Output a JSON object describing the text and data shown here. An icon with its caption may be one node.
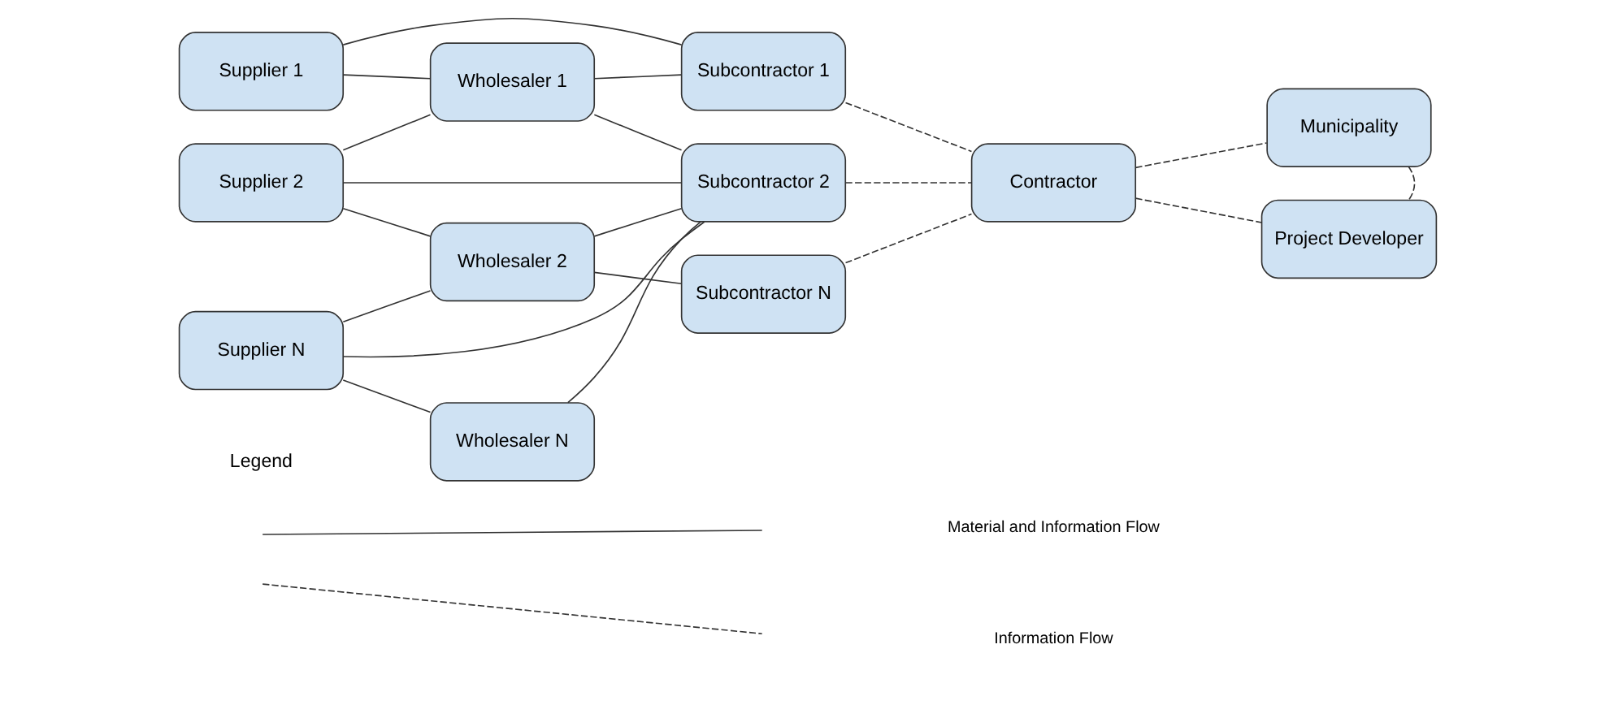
{
  "diagram": {
    "nodes": [
      {
        "text": [
          "Supplier 1"
        ]
      },
      {
        "text": [
          "Supplier 2"
        ]
      },
      {
        "text": [
          "Supplier N"
        ]
      },
      {
        "text": [
          "Wholesaler 1"
        ]
      },
      {
        "text": [
          "Wholesaler 2"
        ]
      },
      {
        "text": [
          "Wholesaler N"
        ]
      },
      {
        "text": [
          "Subcontractor 1"
        ]
      },
      {
        "text": [
          "Subcontractor 2"
        ]
      },
      {
        "text": [
          "Subcontractor N"
        ]
      },
      {
        "text": [
          "Contractor"
        ]
      },
      {
        "text": [
          "Municipality"
        ]
      },
      {
        "text": [
          "Project Developer"
        ]
      }
    ],
    "edges": [
      {
        "from": 0,
        "to": 3,
        "arrow": "none"
      },
      {
        "from": 0,
        "to": 6,
        "arrow": "none"
      },
      {
        "from": 1,
        "to": 3,
        "arrow": "none"
      },
      {
        "from": 1,
        "to": 4,
        "arrow": "none"
      },
      {
        "from": 1,
        "to": 7,
        "arrow": "none"
      },
      {
        "from": 2,
        "to": 4,
        "arrow": "none"
      },
      {
        "from": 2,
        "to": 5,
        "arrow": "none"
      },
      {
        "from": 2,
        "to": 7,
        "arrow": "none"
      },
      {
        "from": 3,
        "to": 6,
        "arrow": "none"
      },
      {
        "from": 3,
        "to": 7,
        "arrow": "none"
      },
      {
        "from": 4,
        "to": 7,
        "arrow": "none"
      },
      {
        "from": 4,
        "to": 8,
        "arrow": "none"
      },
      {
        "from": 5,
        "to": 7,
        "arrow": "none"
      },
      {
        "from": 6,
        "to": 9,
        "arrow": "none",
        "style": "dashed"
      },
      {
        "from": 7,
        "to": 9,
        "arrow": "none",
        "style": "dashed"
      },
      {
        "from": 8,
        "to": 9,
        "arrow": "none",
        "style": "dashed"
      },
      {
        "from": 9,
        "to": 10,
        "arrow": "none",
        "style": "dashed"
      },
      {
        "from": 9,
        "to": 11,
        "arrow": "none",
        "style": "dashed"
      },
      {
        "from": 10,
        "to": 11,
        "arrow": "none",
        "style": "dashed"
      }
    ],
    "labels": [
      "Legend"
    ],
    "legend": [
      {
        "text": "Material and Information Flow"
      },
      {
        "text": "Information Flow"
      }
    ]
  }
}
